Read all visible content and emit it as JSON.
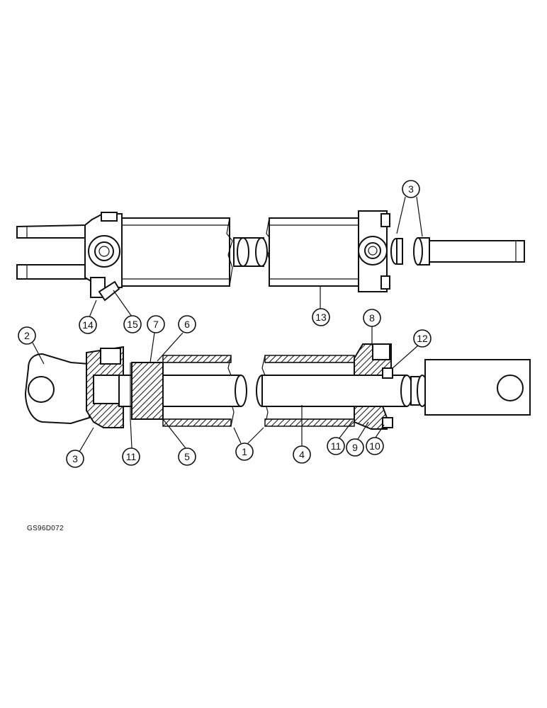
{
  "figure_code": "GS96D072",
  "callouts": [
    {
      "id": "c3-top",
      "label": "3"
    },
    {
      "id": "c14",
      "label": "14"
    },
    {
      "id": "c15",
      "label": "15"
    },
    {
      "id": "c13",
      "label": "13"
    },
    {
      "id": "c2",
      "label": "2"
    },
    {
      "id": "c7",
      "label": "7"
    },
    {
      "id": "c6",
      "label": "6"
    },
    {
      "id": "c8",
      "label": "8"
    },
    {
      "id": "c12",
      "label": "12"
    },
    {
      "id": "c3-bottom",
      "label": "3"
    },
    {
      "id": "c11-left",
      "label": "11"
    },
    {
      "id": "c5",
      "label": "5"
    },
    {
      "id": "c1",
      "label": "1"
    },
    {
      "id": "c4",
      "label": "4"
    },
    {
      "id": "c11-right",
      "label": "11"
    },
    {
      "id": "c9",
      "label": "9"
    },
    {
      "id": "c10",
      "label": "10"
    }
  ]
}
